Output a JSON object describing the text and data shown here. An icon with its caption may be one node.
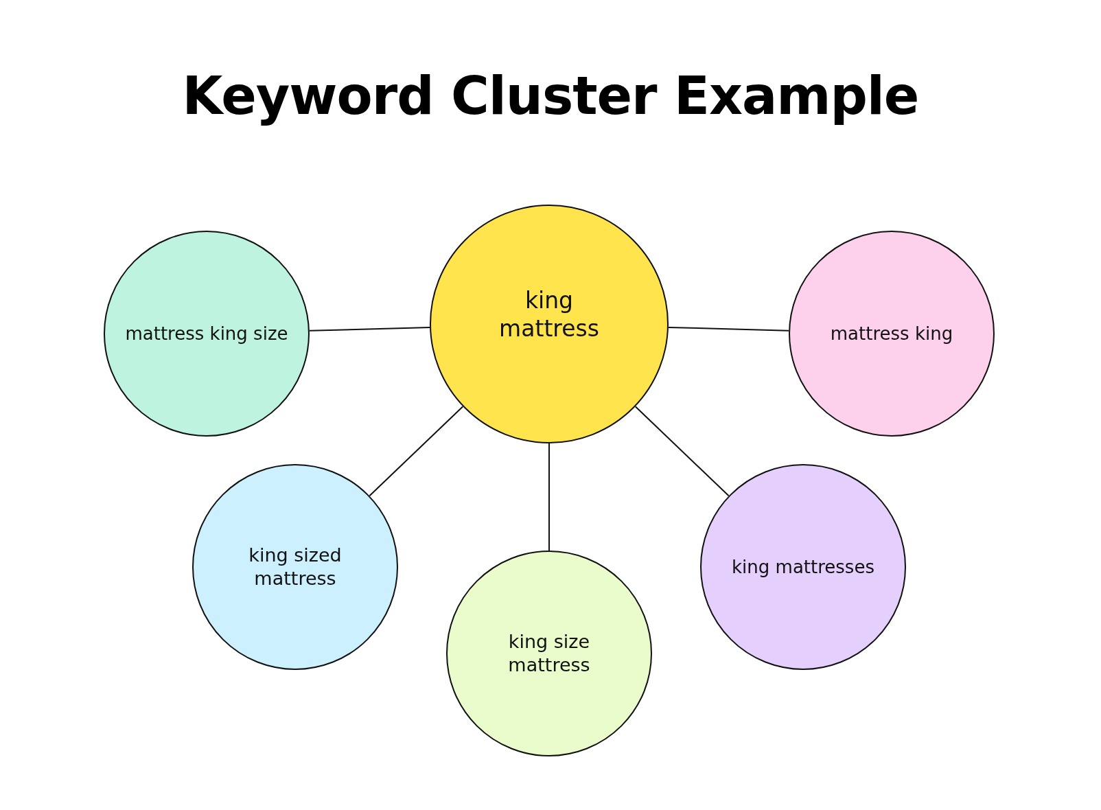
{
  "diagram": {
    "title": "Keyword Cluster Example",
    "nodes": [
      {
        "text": [
          "king mattress"
        ]
      },
      {
        "text": [
          "mattress king size"
        ]
      },
      {
        "text": [
          "mattress king"
        ]
      },
      {
        "text": [
          "king sized mattress"
        ]
      },
      {
        "text": [
          "king mattresses"
        ]
      },
      {
        "text": [
          "king size mattress"
        ]
      }
    ],
    "edges": [
      {
        "from": 0,
        "to": 1,
        "arrow": "none"
      },
      {
        "from": 0,
        "to": 2,
        "arrow": "none"
      },
      {
        "from": 0,
        "to": 3,
        "arrow": "none"
      },
      {
        "from": 0,
        "to": 4,
        "arrow": "none"
      },
      {
        "from": 0,
        "to": 5,
        "arrow": "none"
      }
    ]
  }
}
